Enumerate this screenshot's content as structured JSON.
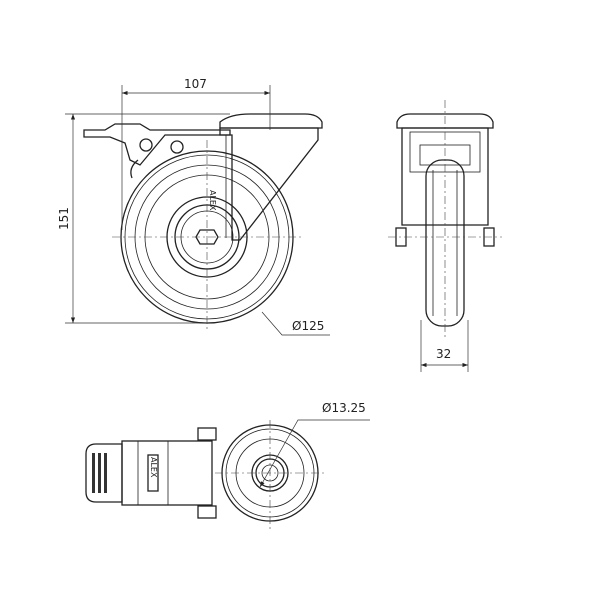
{
  "drawing": {
    "dimensions": {
      "width_107": "107",
      "height_151": "151",
      "wheel_diameter": "Ø125",
      "wheel_width": "32",
      "bolt_hole_diameter": "Ø13.25"
    },
    "logo_text": "ALEX",
    "colors": {
      "line": "#222222",
      "background": "#ffffff"
    }
  }
}
